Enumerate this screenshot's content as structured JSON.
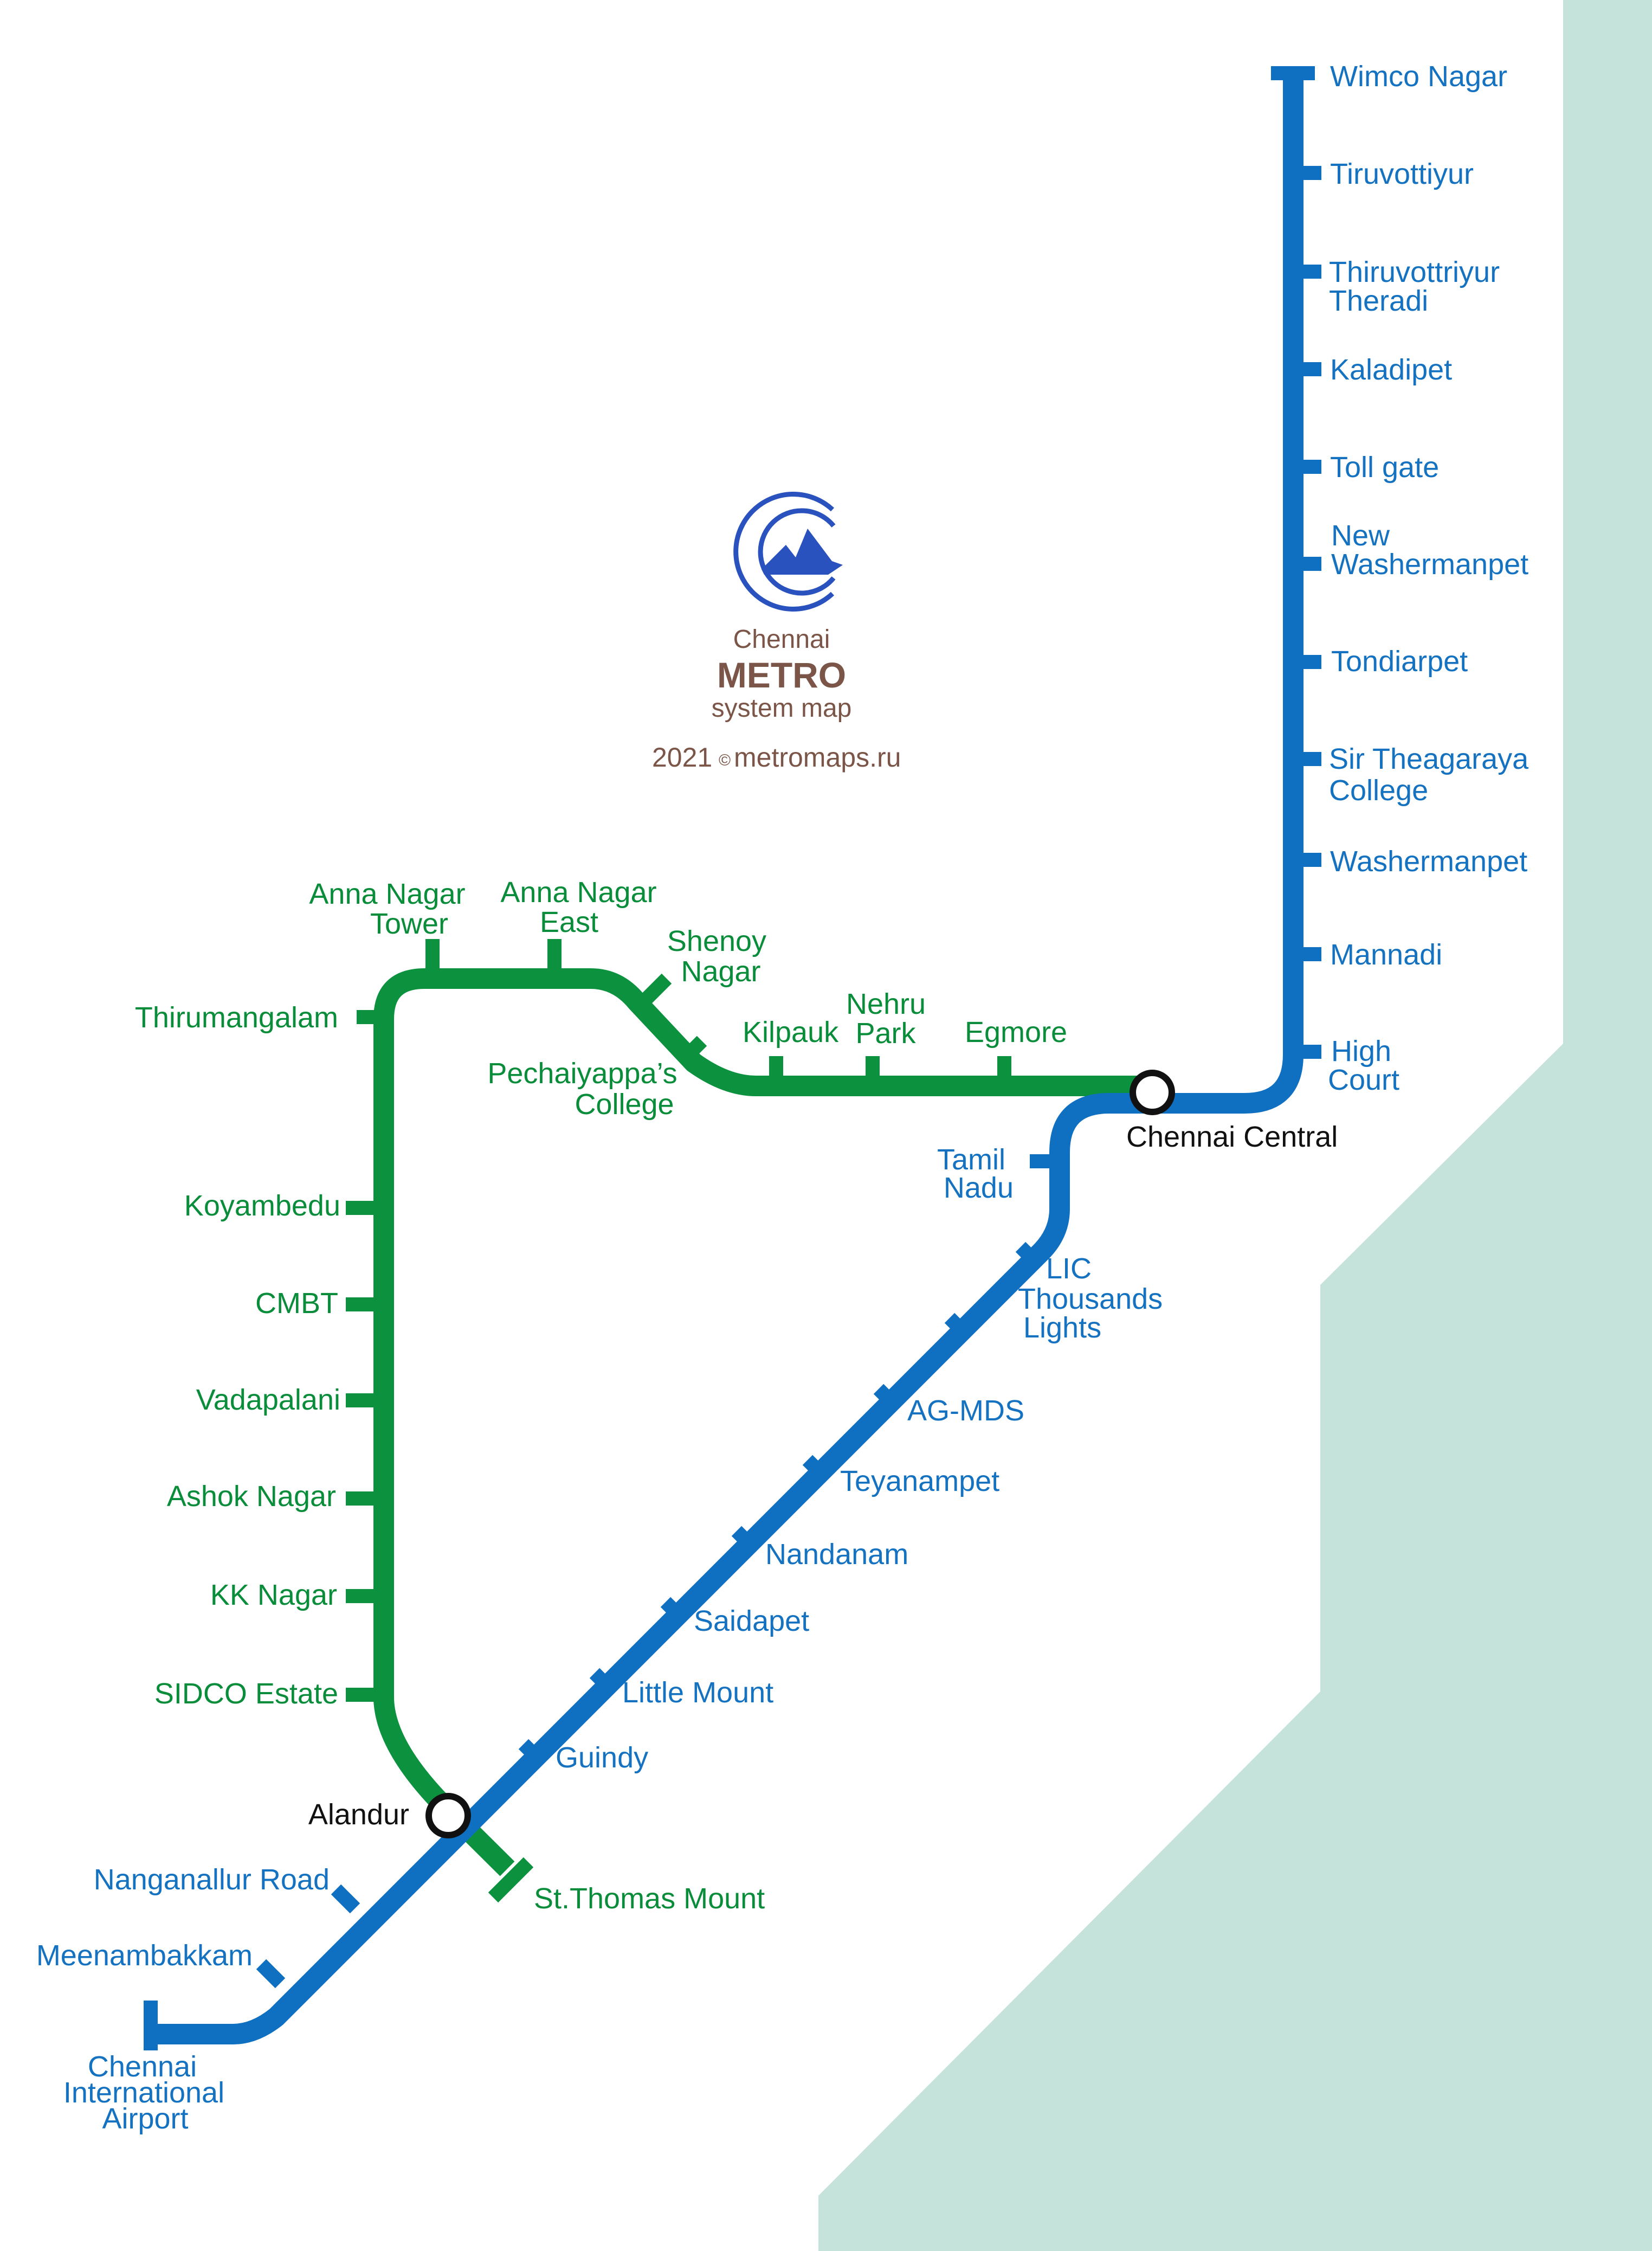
{
  "title": {
    "city": "Chennai",
    "metro": "METRO",
    "subtitle": "system map",
    "year": "2021",
    "copyright_symbol": "©",
    "credit": "metromaps.ru"
  },
  "logo": {
    "icon": "chennai-metro-logo-icon",
    "color": "#2a52be"
  },
  "colors": {
    "blue_line": "#0f6fc1",
    "green_line": "#0c913f",
    "water": "#c5e2db",
    "background": "#ffffff"
  },
  "lines": {
    "blue": {
      "color": "#0f6fc1",
      "stations": {
        "wimco_nagar": "Wimco Nagar",
        "tiruvottiyur": "Tiruvottiyur",
        "thiruvottriyur_theradi": [
          "Thiruvottriyur",
          "Theradi"
        ],
        "kaladipet": "Kaladipet",
        "toll_gate": "Toll gate",
        "new_washermanpet": [
          "New",
          "Washermanpet"
        ],
        "tondiarpet": "Tondiarpet",
        "sir_theagaraya_college": [
          "Sir Theagaraya",
          "College"
        ],
        "washermanpet": "Washermanpet",
        "mannadi": "Mannadi",
        "high_court": [
          "High",
          "Court"
        ],
        "tamil_nadu": [
          "Tamil",
          "Nadu"
        ],
        "lic_thousands_lights": [
          "LIC",
          "Thousands",
          "Lights"
        ],
        "ag_mds": "AG-MDS",
        "teyanampet": "Teyanampet",
        "nandanam": "Nandanam",
        "saidapet": "Saidapet",
        "little_mount": "Little Mount",
        "guindy": "Guindy",
        "nanganallur_road": "Nanganallur Road",
        "meenambakkam": "Meenambakkam",
        "airport": [
          "Chennai",
          "International",
          "Airport"
        ]
      }
    },
    "green": {
      "color": "#0c913f",
      "stations": {
        "anna_nagar_tower": [
          "Anna Nagar",
          "Tower"
        ],
        "anna_nagar_east": [
          "Anna Nagar",
          "East"
        ],
        "shenoy_nagar": [
          "Shenoy",
          "Nagar"
        ],
        "pachaiyappas_college": [
          "Pechaiyappa’s",
          "College"
        ],
        "kilpauk": "Kilpauk",
        "nehru_park": [
          "Nehru",
          "Park"
        ],
        "egmore": "Egmore",
        "thirumangalam": "Thirumangalam",
        "koyambedu": "Koyambedu",
        "cmbt": "CMBT",
        "vadapalani": "Vadapalani",
        "ashok_nagar": "Ashok Nagar",
        "kk_nagar": "KK Nagar",
        "sidco_estate": "SIDCO Estate",
        "st_thomas_mount": "St.Thomas Mount"
      }
    }
  },
  "interchanges": {
    "chennai_central": "Chennai Central",
    "alandur": "Alandur"
  }
}
